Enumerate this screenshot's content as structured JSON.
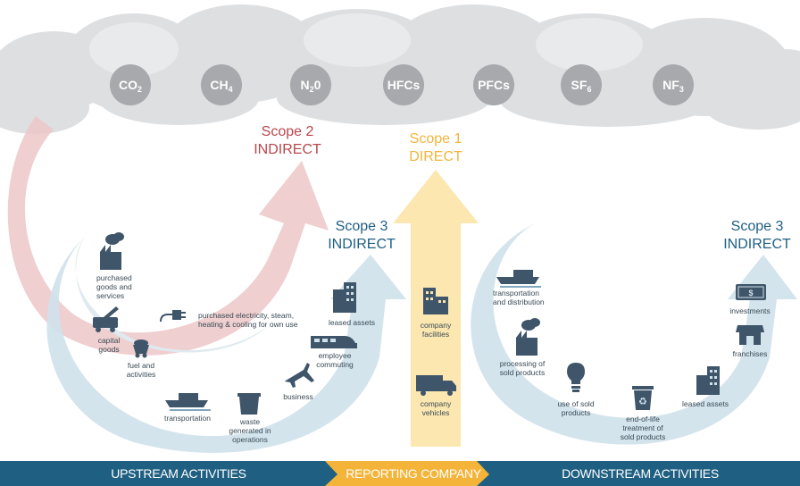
{
  "gases": [
    {
      "base": "CO",
      "sub": "2"
    },
    {
      "base": "CH",
      "sub": "4"
    },
    {
      "base": "N",
      "sub": "2",
      "suffix": "0"
    },
    {
      "base": "HFCs",
      "sub": ""
    },
    {
      "base": "PFCs",
      "sub": ""
    },
    {
      "base": "SF",
      "sub": "6"
    },
    {
      "base": "NF",
      "sub": "3"
    }
  ],
  "scopes": {
    "scope2": {
      "line1": "Scope 2",
      "line2": "INDIRECT",
      "color": "#b9474c"
    },
    "scope1": {
      "line1": "Scope 1",
      "line2": "DIRECT",
      "color": "#f4b43a"
    },
    "scope3_up": {
      "line1": "Scope 3",
      "line2": "INDIRECT",
      "color": "#1e5f82"
    },
    "scope3_down": {
      "line1": "Scope 3",
      "line2": "INDIRECT",
      "color": "#1e5f82"
    }
  },
  "activities": {
    "purchased_goods": [
      "purchased",
      "goods and",
      "services"
    ],
    "capital_goods": [
      "capital",
      "goods"
    ],
    "fuel": [
      "fuel and",
      "activities"
    ],
    "transportation_up": [
      "transportation"
    ],
    "waste": [
      "waste",
      "generated in",
      "operations"
    ],
    "business": [
      "business"
    ],
    "commuting": [
      "employee",
      "commuting"
    ],
    "leased_up": [
      "leased assets"
    ],
    "electricity": [
      "purchased electricity, steam,",
      "heating & cooling for own use"
    ],
    "company_facilities": [
      "company",
      "facilities"
    ],
    "company_vehicles": [
      "company",
      "vehicles"
    ],
    "transport_dist": [
      "transportation",
      "and distribution"
    ],
    "processing": [
      "processing of",
      "sold products"
    ],
    "use_sold": [
      "use of sold",
      "products"
    ],
    "end_of_life": [
      "end-of-life",
      "treatment of",
      "sold products"
    ],
    "leased_down": [
      "leased assets"
    ],
    "franchises": [
      "franchises"
    ],
    "investments": [
      "investments"
    ]
  },
  "bar": {
    "upstream": "UPSTREAM ACTIVITIES",
    "reporting": "REPORTING COMPANY",
    "downstream": "DOWNSTREAM ACTIVITIES",
    "upstream_color": "#1e5f82",
    "reporting_color": "#f4b43a",
    "downstream_color": "#1e5f82"
  },
  "colors": {
    "cloud": "#d8d9db",
    "gas_circle": "#a7a9ac",
    "scope2_band": "#e9bcbc",
    "scope1_band": "#fbe3a4",
    "scope3_band": "#cfe0ea",
    "icon": "#3f556a"
  }
}
